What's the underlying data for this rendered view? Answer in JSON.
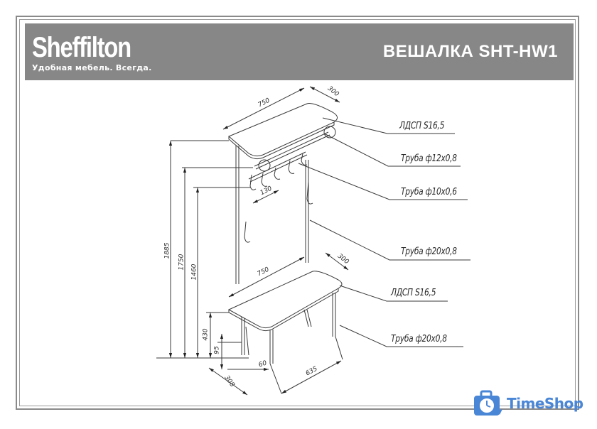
{
  "header": {
    "brand_name": "Sheffilton",
    "brand_tagline": "Удобная мебель. Всегда.",
    "title": "ВЕШАЛКА SHT-HW1"
  },
  "callouts": [
    {
      "label": "ЛДСП S16,5"
    },
    {
      "label": "Труба ф12х0,8"
    },
    {
      "label": "Труба ф10х0,6"
    },
    {
      "label": "Труба ф20х0,8"
    },
    {
      "label": "ЛДСП S16,5"
    },
    {
      "label": "Труба ф20х0,8"
    }
  ],
  "dimensions": {
    "top_shelf_width": "750",
    "top_shelf_depth": "300",
    "hook_spacing": "130",
    "total_height": "1885",
    "height_1750": "1750",
    "height_1460": "1460",
    "bench_width": "750",
    "bench_depth": "300",
    "bench_height": "430",
    "leg_offset": "95",
    "leg_inset": "60",
    "base_depth": "308",
    "base_width": "635"
  },
  "watermark": {
    "text": "TimeShop",
    "color": "#4a86d6"
  },
  "colors": {
    "header_bg": "#878787",
    "line": "#3a3a3a",
    "accent": "#4a86d6"
  }
}
